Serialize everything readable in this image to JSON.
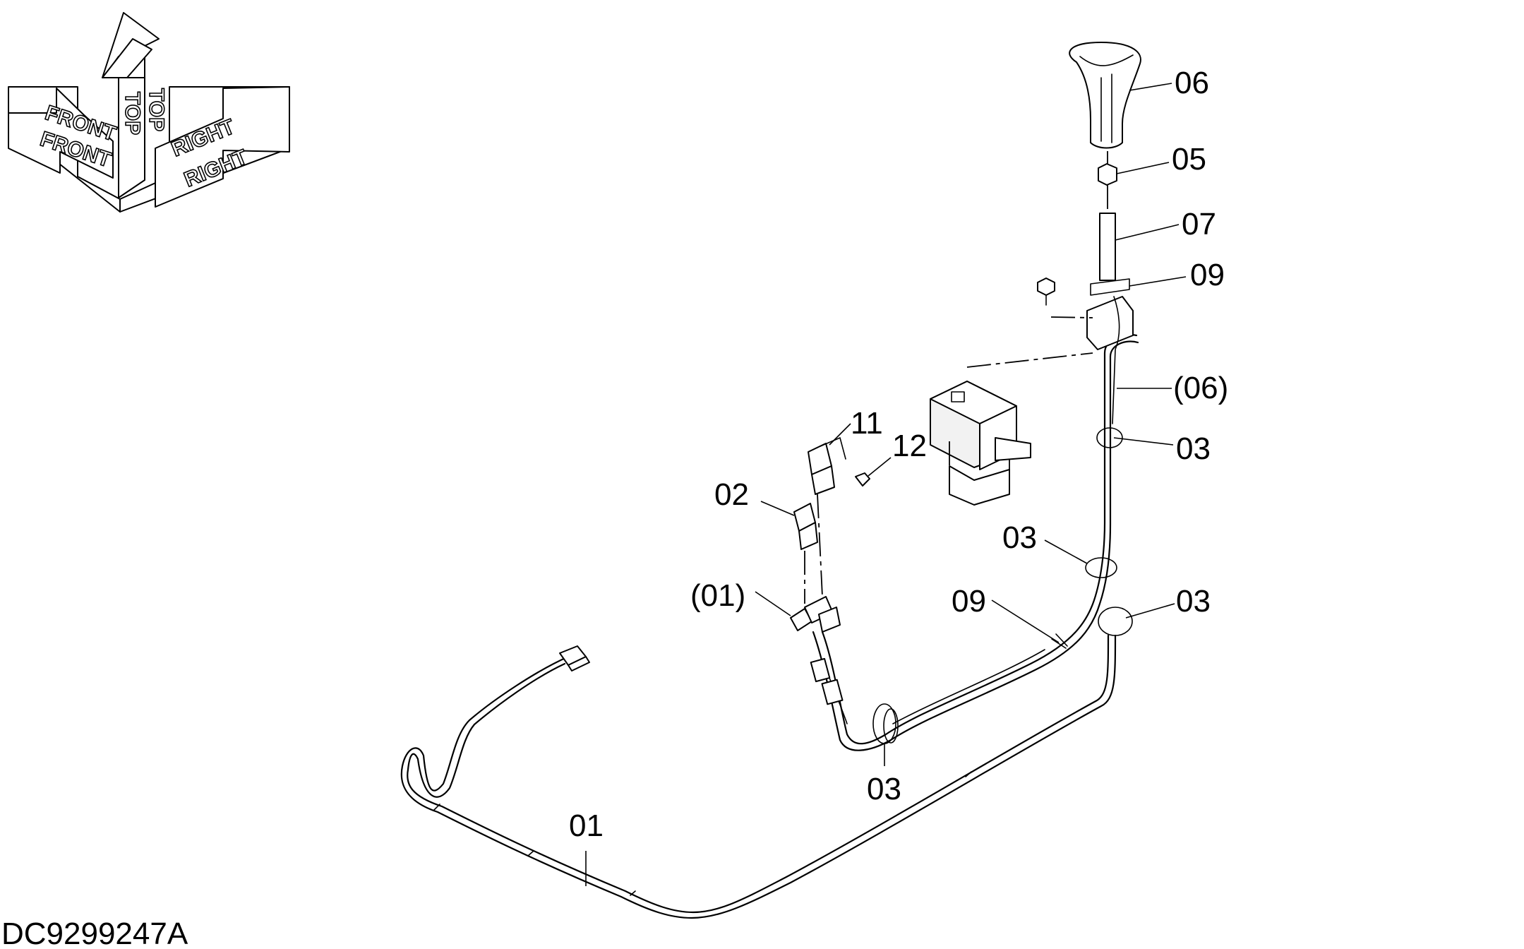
{
  "orientation_indicator": {
    "labels": [
      "FRONT",
      "FRONT",
      "TOP",
      "TOP",
      "RIGHT",
      "RIGHT"
    ]
  },
  "callouts": [
    "06",
    "05",
    "07",
    "09",
    "(06)",
    "03",
    "11",
    "12",
    "02",
    "03",
    "(01)",
    "09",
    "03",
    "03",
    "01"
  ],
  "drawing_id": "DC9299247A"
}
